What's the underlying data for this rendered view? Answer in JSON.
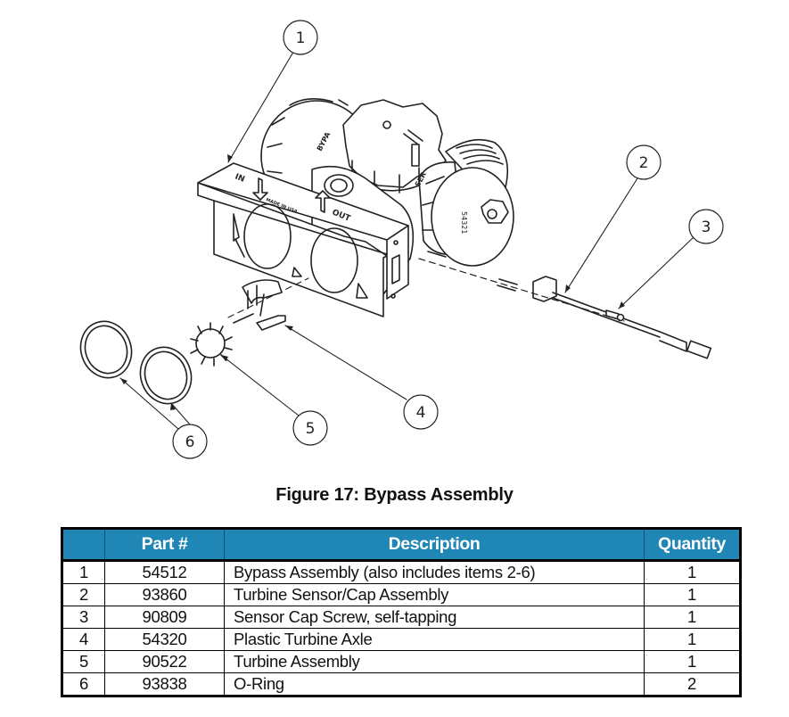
{
  "figure": {
    "caption": "Figure 17: Bypass Assembly",
    "callouts": [
      "1",
      "2",
      "3",
      "4",
      "5",
      "6"
    ],
    "part_markings": {
      "in": "IN",
      "made_in": "MADE IN USA",
      "out": "OUT",
      "bypass": "BYPA",
      "service": "SER",
      "cap_number": "54321"
    }
  },
  "table": {
    "headers": [
      "",
      "Part #",
      "Description",
      "Quantity"
    ],
    "rows": [
      {
        "item": "1",
        "part": "54512",
        "description": "Bypass Assembly (also includes items 2-6)",
        "quantity": "1"
      },
      {
        "item": "2",
        "part": "93860",
        "description": "Turbine Sensor/Cap Assembly",
        "quantity": "1"
      },
      {
        "item": "3",
        "part": "90809",
        "description": "Sensor Cap Screw, self-tapping",
        "quantity": "1"
      },
      {
        "item": "4",
        "part": "54320",
        "description": "Plastic Turbine Axle",
        "quantity": "1"
      },
      {
        "item": "5",
        "part": "90522",
        "description": "Turbine Assembly",
        "quantity": "1"
      },
      {
        "item": "6",
        "part": "93838",
        "description": "O-Ring",
        "quantity": "2"
      }
    ]
  }
}
